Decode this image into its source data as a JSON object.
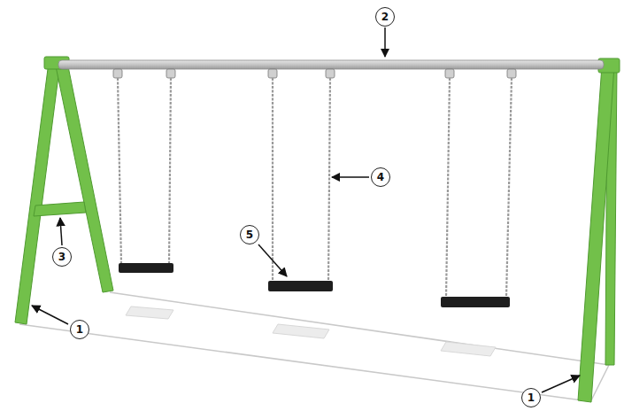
{
  "diagram": {
    "nodes": [
      {
        "text": [
          "2"
        ]
      },
      {
        "text": [
          "4"
        ]
      },
      {
        "text": [
          "5"
        ]
      },
      {
        "text": [
          "3"
        ]
      },
      {
        "text": [
          "1"
        ]
      },
      {
        "text": [
          "1"
        ]
      }
    ]
  }
}
